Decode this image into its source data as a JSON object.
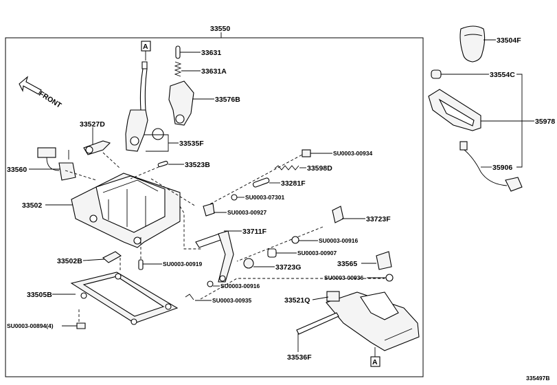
{
  "diagram": {
    "ref_code": "335497B",
    "front_label": "FRONT",
    "group_label": "33550",
    "marker_a": "A",
    "parts": [
      {
        "id": "33631",
        "text": "33631"
      },
      {
        "id": "33631A",
        "text": "33631A"
      },
      {
        "id": "33576B",
        "text": "33576B"
      },
      {
        "id": "33535F",
        "text": "33535F"
      },
      {
        "id": "33527D",
        "text": "33527D"
      },
      {
        "id": "33560",
        "text": "33560"
      },
      {
        "id": "33523B",
        "text": "33523B"
      },
      {
        "id": "33502",
        "text": "33502"
      },
      {
        "id": "33502B",
        "text": "33502B"
      },
      {
        "id": "33505B",
        "text": "33505B"
      },
      {
        "id": "SU0003-00894",
        "text": "SU0003-00894(4)"
      },
      {
        "id": "SU0003-00919",
        "text": "SU0003-00919"
      },
      {
        "id": "SU0003-00934",
        "text": "SU0003-00934"
      },
      {
        "id": "33598D",
        "text": "33598D"
      },
      {
        "id": "33281F",
        "text": "33281F"
      },
      {
        "id": "SU0003-07301",
        "text": "SU0003-07301"
      },
      {
        "id": "SU0003-00927",
        "text": "SU0003-00927"
      },
      {
        "id": "33711F",
        "text": "33711F"
      },
      {
        "id": "33723F",
        "text": "33723F"
      },
      {
        "id": "SU0003-00916a",
        "text": "SU0003-00916"
      },
      {
        "id": "SU0003-00907",
        "text": "SU0003-00907"
      },
      {
        "id": "33723G",
        "text": "33723G"
      },
      {
        "id": "33565",
        "text": "33565"
      },
      {
        "id": "SU0003-00936",
        "text": "SU0003-00936"
      },
      {
        "id": "SU0003-00916b",
        "text": "SU0003-00916"
      },
      {
        "id": "SU0003-00935",
        "text": "SU0003-00935"
      },
      {
        "id": "33521Q",
        "text": "33521Q"
      },
      {
        "id": "33536F",
        "text": "33536F"
      },
      {
        "id": "33504F",
        "text": "33504F"
      },
      {
        "id": "33554C",
        "text": "33554C"
      },
      {
        "id": "35978",
        "text": "35978"
      },
      {
        "id": "35906",
        "text": "35906"
      }
    ]
  }
}
